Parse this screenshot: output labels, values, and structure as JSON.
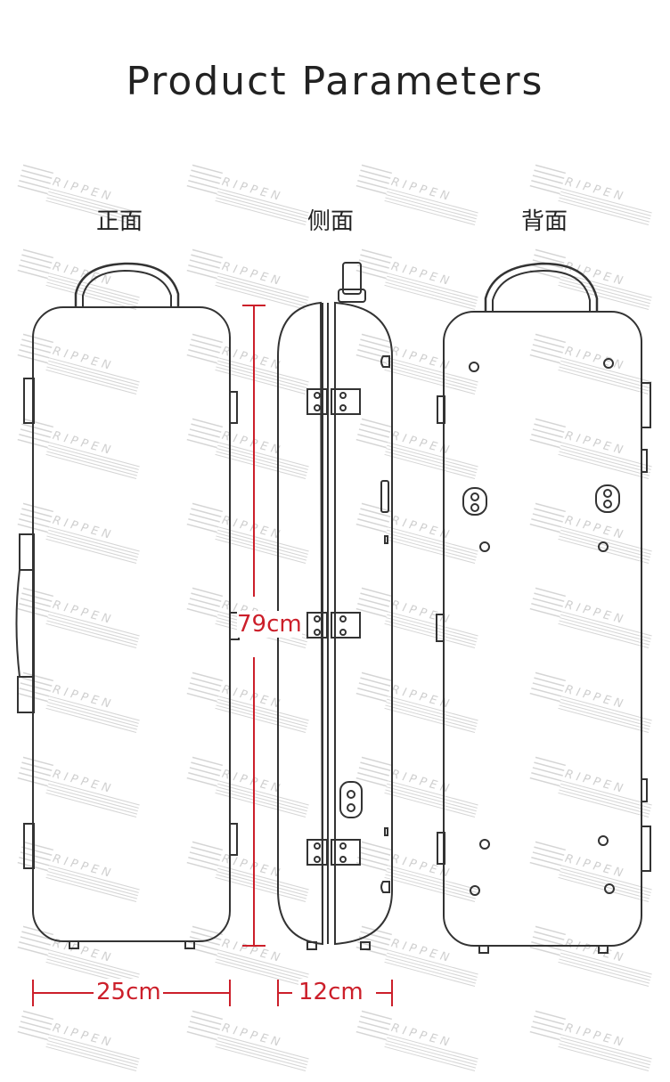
{
  "title": "Product Parameters",
  "views": {
    "front": "正面",
    "side": "侧面",
    "back": "背面"
  },
  "dimensions": {
    "length": "79cm",
    "width": "25cm",
    "depth": "12cm"
  },
  "watermark": "RIPPEN",
  "colors": {
    "dimension_line": "#cc1f2a",
    "outline": "#333333"
  }
}
